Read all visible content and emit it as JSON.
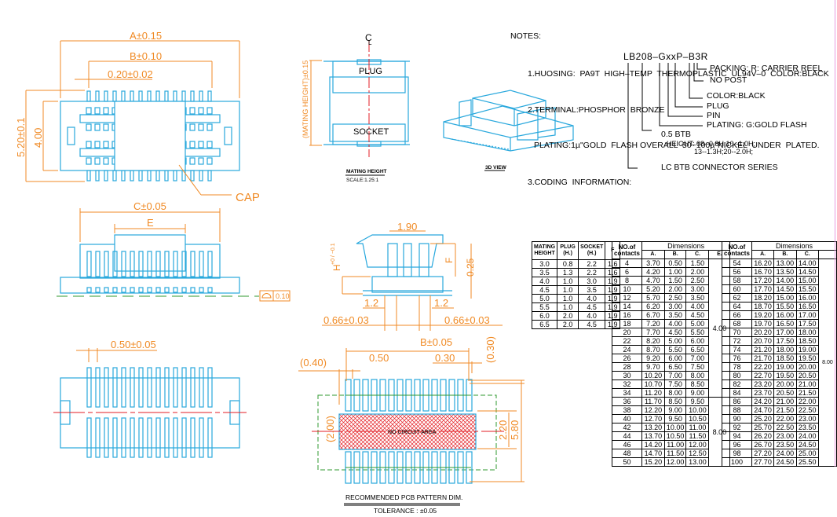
{
  "notes": {
    "heading": "NOTES:",
    "lines": [
      "1.HUOSING:  PA9T  HIGH–TEMP  THERMOPLASTIC  UL94V–0  COLOR:BLACK",
      "2.TERMINAL:PHOSPHOR  BRONZE",
      "PLATING:1µ\"GOLD  FLASH OVERALL  50~100µ\"NICKEL  UNDER  PLATED.",
      "3.CODING  INFORMATION:"
    ],
    "part_code": "LB208–GxxP–B3R",
    "code_legend": [
      "PACKING: R:  CARRIER  REEL",
      "NO  POST",
      "COLOR:BLACK",
      "PLUG",
      "PIN",
      "PLATING:  G:GOLD  FLASH",
      "0.5  BTB",
      "HEIGHT:  08--0.8H;10--1.0H;",
      "13--1.3H;20--2.0H;",
      "LC  BTB  CONNECTOR  SERIES"
    ]
  },
  "top_view": {
    "dim_a": "A±0.15",
    "dim_b": "B±0.10",
    "dim_pitch": "0.20±0.02",
    "dim_height_total": "5.20±0.1",
    "dim_height_body": "4.00",
    "cap_label": "CAP"
  },
  "mating_view": {
    "centerline": "C",
    "centerline_sub": "L",
    "plug_label": "PLUG",
    "socket_label": "SOCKET",
    "dim_label": "(MATING  HEIGHT)±0.15",
    "title": "MATING  HEIGHT",
    "scale": "SCALE:1.25:1"
  },
  "view_3d": {
    "title": "3D  VIEW"
  },
  "side_view": {
    "dim_c": "C±0.05",
    "dim_e": "E",
    "flatness_value": "0.10"
  },
  "end_view": {
    "dim_width": "1.90",
    "dim_h": "H",
    "dim_h_tol": "+0 / −0.1",
    "dim_f": "F",
    "dim_025": "0.25",
    "dim_left_12": "1.2",
    "dim_right_12": "1.2",
    "dim_left_066": "0.66±0.03",
    "dim_right_066": "0.66±0.03"
  },
  "bottom_view": {
    "dim_pitch": "0.50±0.05"
  },
  "pcb_view": {
    "dim_b": "B±0.05",
    "dim_040": "(0.40)",
    "dim_050": "0.50",
    "dim_030": "0.30",
    "dim_030v": "(0.30)",
    "dim_200": "(2.00)",
    "dim_220": "2.20",
    "dim_580": "5.80",
    "no_circuit": "NO CIRCUIT AREA",
    "title": "RECOMMENDED  PCB  PATTERN  DIM.",
    "tolerance": "TOLERANCE  :  ±0.05"
  },
  "height_table": {
    "headers": [
      "MATING HEIGHT",
      "PLUG (H.)",
      "SOCKET (H.)",
      "F"
    ],
    "rows": [
      [
        "3.0",
        "0.8",
        "2.2",
        "1.6"
      ],
      [
        "3.5",
        "1.3",
        "2.2",
        "1.6"
      ],
      [
        "4.0",
        "1.0",
        "3.0",
        "1.9"
      ],
      [
        "4.5",
        "1.0",
        "3.5",
        "1.9"
      ],
      [
        "5.0",
        "1.0",
        "4.0",
        "1.9"
      ],
      [
        "5.5",
        "1.0",
        "4.5",
        "1.9"
      ],
      [
        "6.0",
        "2.0",
        "4.0",
        "1.9"
      ],
      [
        "6.5",
        "2.0",
        "4.5",
        "1.9"
      ]
    ]
  },
  "dim_table_left": {
    "header_contacts": "NO.of contacts",
    "header_group": "Dimensions",
    "sub_headers": [
      "A.",
      "B.",
      "C.",
      "E."
    ],
    "rows": [
      [
        "4",
        "3.70",
        "0.50",
        "1.50"
      ],
      [
        "6",
        "4.20",
        "1.00",
        "2.00"
      ],
      [
        "8",
        "4.70",
        "1.50",
        "2.50"
      ],
      [
        "10",
        "5.20",
        "2.00",
        "3.00"
      ],
      [
        "12",
        "5.70",
        "2.50",
        "3.50"
      ],
      [
        "14",
        "6.20",
        "3.00",
        "4.00"
      ],
      [
        "16",
        "6.70",
        "3.50",
        "4.50"
      ],
      [
        "18",
        "7.20",
        "4.00",
        "5.00"
      ],
      [
        "20",
        "7.70",
        "4.50",
        "5.50"
      ],
      [
        "22",
        "8.20",
        "5.00",
        "6.00"
      ],
      [
        "24",
        "8.70",
        "5.50",
        "6.50"
      ],
      [
        "26",
        "9.20",
        "6.00",
        "7.00"
      ],
      [
        "28",
        "9.70",
        "6.50",
        "7.50"
      ],
      [
        "30",
        "10.20",
        "7.00",
        "8.00"
      ],
      [
        "32",
        "10.70",
        "7.50",
        "8.50"
      ],
      [
        "34",
        "11.20",
        "8.00",
        "9.00"
      ],
      [
        "36",
        "11.70",
        "8.50",
        "9.50"
      ],
      [
        "38",
        "12.20",
        "9.00",
        "10.00"
      ],
      [
        "40",
        "12.70",
        "9.50",
        "10.50"
      ],
      [
        "42",
        "13.20",
        "10.00",
        "11.00"
      ],
      [
        "44",
        "13.70",
        "10.50",
        "11.50"
      ],
      [
        "46",
        "14.20",
        "11.00",
        "12.00"
      ],
      [
        "48",
        "14.70",
        "11.50",
        "12.50"
      ],
      [
        "50",
        "15.20",
        "12.00",
        "13.00"
      ]
    ],
    "e_groups": [
      {
        "span": 16,
        "value": "4.00"
      },
      {
        "span": 8,
        "value": "8.00"
      }
    ]
  },
  "dim_table_right": {
    "header_contacts": "NO.of contacts",
    "header_group": "Dimensions",
    "sub_headers": [
      "A.",
      "B.",
      "C.",
      ""
    ],
    "rows": [
      [
        "54",
        "16.20",
        "13.00",
        "14.00"
      ],
      [
        "56",
        "16.70",
        "13.50",
        "14.50"
      ],
      [
        "58",
        "17.20",
        "14.00",
        "15.00"
      ],
      [
        "60",
        "17.70",
        "14.50",
        "15.50"
      ],
      [
        "62",
        "18.20",
        "15.00",
        "16.00"
      ],
      [
        "64",
        "18.70",
        "15.50",
        "16.50"
      ],
      [
        "66",
        "19.20",
        "16.00",
        "17.00"
      ],
      [
        "68",
        "19.70",
        "16.50",
        "17.50"
      ],
      [
        "70",
        "20.20",
        "17.00",
        "18.00"
      ],
      [
        "72",
        "20.70",
        "17.50",
        "18.50"
      ],
      [
        "74",
        "21.20",
        "18.00",
        "19.00"
      ],
      [
        "76",
        "21.70",
        "18.50",
        "19.50"
      ],
      [
        "78",
        "22.20",
        "19.00",
        "20.00"
      ],
      [
        "80",
        "22.70",
        "19.50",
        "20.50"
      ],
      [
        "82",
        "23.20",
        "20.00",
        "21.00"
      ],
      [
        "84",
        "23.70",
        "20.50",
        "21.50"
      ],
      [
        "86",
        "24.20",
        "21.00",
        "22.00"
      ],
      [
        "88",
        "24.70",
        "21.50",
        "22.50"
      ],
      [
        "90",
        "25.20",
        "22.00",
        "23.00"
      ],
      [
        "92",
        "25.70",
        "22.50",
        "23.50"
      ],
      [
        "94",
        "26.20",
        "23.00",
        "24.00"
      ],
      [
        "96",
        "26.70",
        "23.50",
        "24.50"
      ],
      [
        "98",
        "27.20",
        "24.00",
        "25.00"
      ],
      [
        "100",
        "27.70",
        "24.50",
        "25.50"
      ]
    ],
    "e_value": "8.00"
  }
}
